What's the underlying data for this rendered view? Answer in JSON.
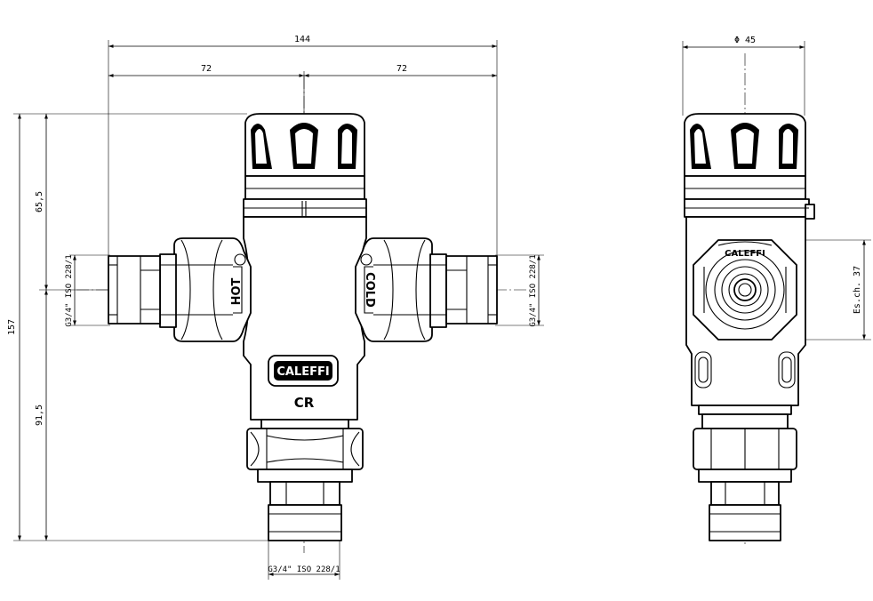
{
  "dimensions": {
    "overall_width": "144",
    "half_left": "72",
    "half_right": "72",
    "upper_height": "65,5",
    "total_height": "157",
    "lower_height": "91,5",
    "diameter": "Φ 45",
    "wrench_size": "Es.ch. 37"
  },
  "thread_labels": {
    "left": "G3/4\" ISO 228/1",
    "right": "G3/4\" ISO 228/1",
    "bottom": "G3/4\" ISO 228/1"
  },
  "body_markings": {
    "hot": "HOT",
    "cold": "COLD",
    "brand": "CALEFFI",
    "brand_side": "CALEFFI",
    "mark": "CR"
  }
}
